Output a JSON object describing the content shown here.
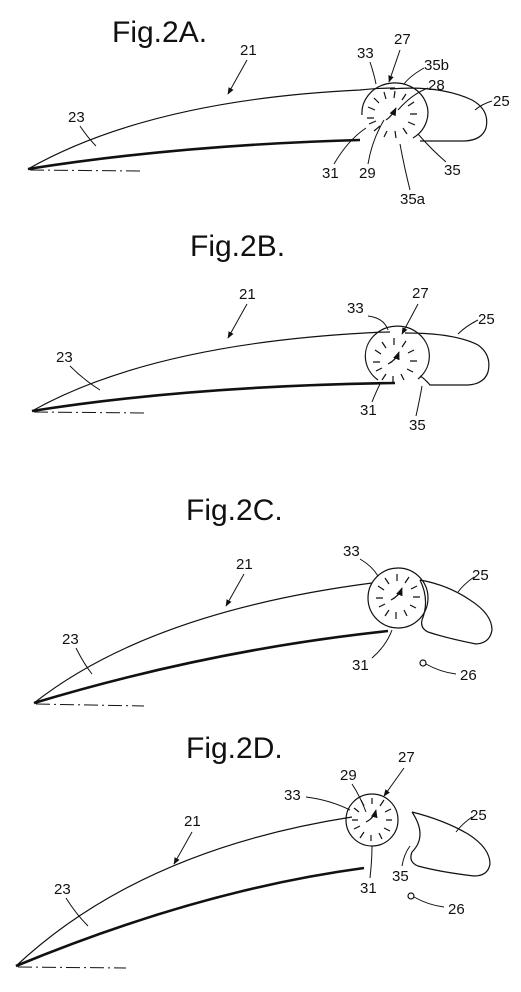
{
  "figures": [
    {
      "title": "Fig.2A.",
      "labels": {
        "l21": "21",
        "l23": "23",
        "l33": "33",
        "l27": "27",
        "l35b": "35b",
        "l28": "28",
        "l25": "25",
        "l31": "31",
        "l29": "29",
        "l35": "35",
        "l35a": "35a"
      }
    },
    {
      "title": "Fig.2B.",
      "labels": {
        "l21": "21",
        "l23": "23",
        "l33": "33",
        "l27": "27",
        "l25": "25",
        "l31": "31",
        "l35": "35"
      }
    },
    {
      "title": "Fig.2C.",
      "labels": {
        "l21": "21",
        "l23": "23",
        "l33": "33",
        "l25": "25",
        "l31": "31",
        "l26": "26"
      }
    },
    {
      "title": "Fig.2D.",
      "labels": {
        "l21": "21",
        "l23": "23",
        "l33": "33",
        "l29": "29",
        "l27": "27",
        "l25": "25",
        "l35": "35",
        "l31": "31",
        "l26": "26"
      }
    }
  ]
}
